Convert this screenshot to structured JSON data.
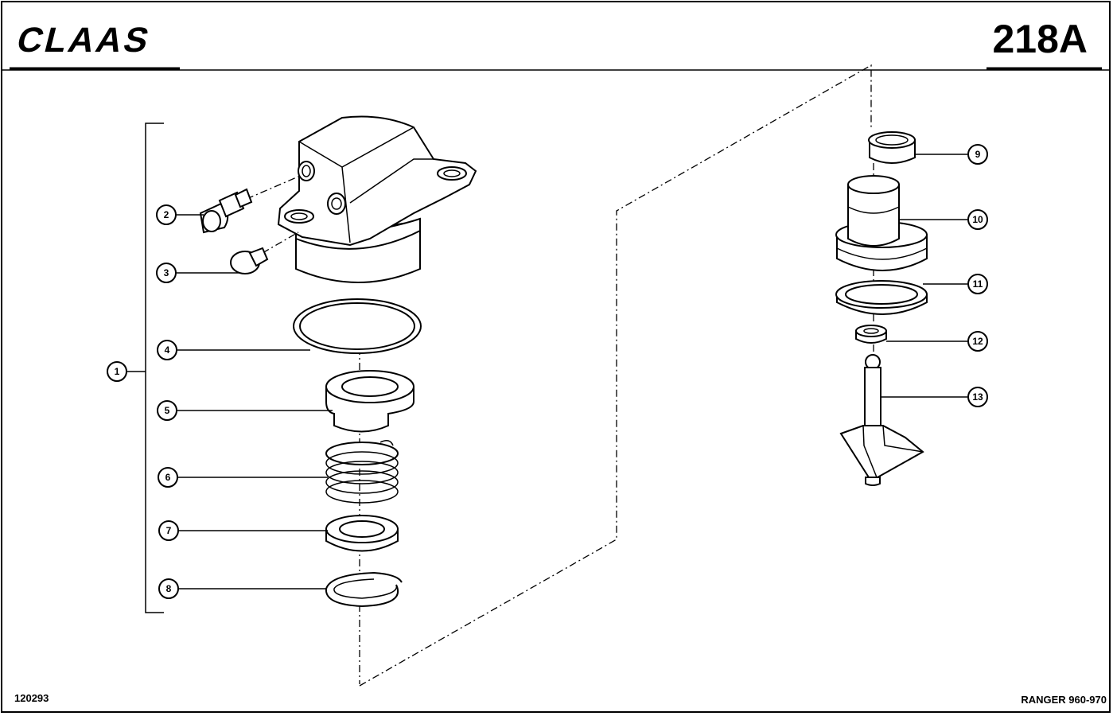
{
  "header": {
    "logo_text": "CLAAS",
    "page_number": "218A"
  },
  "footer": {
    "drawing_id": "120293",
    "model": "RANGER 960-970"
  },
  "callouts": {
    "c1": "1",
    "c2": "2",
    "c3": "3",
    "c4": "4",
    "c5": "5",
    "c6": "6",
    "c7": "7",
    "c8": "8",
    "c9": "9",
    "c10": "10",
    "c11": "11",
    "c12": "12",
    "c13": "13"
  },
  "colors": {
    "ink": "#000000",
    "paper": "#ffffff"
  }
}
